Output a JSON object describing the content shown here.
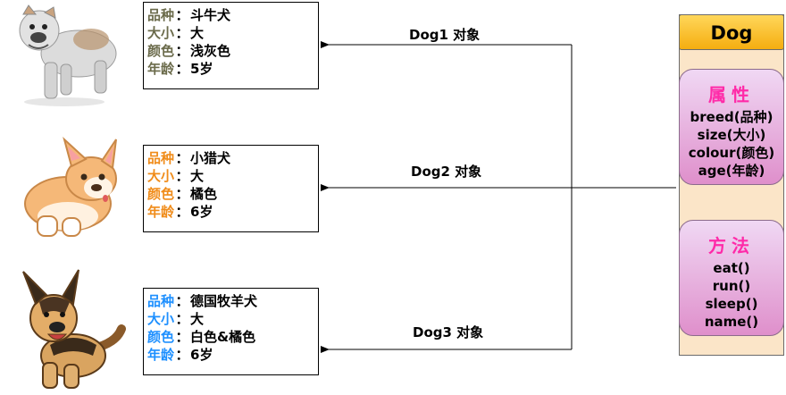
{
  "objects": [
    {
      "label": "Dog1  对象",
      "key_color": "#6b6b4b",
      "rows": [
        {
          "key": "品种",
          "value": "斗牛犬"
        },
        {
          "key": "大小",
          "value": "大"
        },
        {
          "key": "颜色",
          "value": "浅灰色"
        },
        {
          "key": "年龄",
          "value": "5岁"
        }
      ]
    },
    {
      "label": "Dog2 对象",
      "key_color": "#f08c1a",
      "rows": [
        {
          "key": "品种",
          "value": "小猎犬"
        },
        {
          "key": "大小",
          "value": "大"
        },
        {
          "key": "颜色",
          "value": "橘色"
        },
        {
          "key": "年龄",
          "value": "6岁"
        }
      ]
    },
    {
      "label": "Dog3 对象",
      "key_color": "#1e90ff",
      "rows": [
        {
          "key": "品种",
          "value": "德国牧羊犬"
        },
        {
          "key": "大小",
          "value": "大"
        },
        {
          "key": "颜色",
          "value": "白色&橘色"
        },
        {
          "key": "年龄",
          "value": "6岁"
        }
      ]
    }
  ],
  "separator": "：",
  "class_box": {
    "title": "Dog",
    "attributes": {
      "title": "属性",
      "items": [
        "breed(品种)",
        "size(大小)",
        "colour(颜色)",
        "age(年龄)"
      ]
    },
    "methods": {
      "title": "方法",
      "items": [
        "eat()",
        "run()",
        "sleep()",
        "name()"
      ]
    }
  },
  "icons": [
    "bulldog-illustration",
    "corgi-illustration",
    "german-shepherd-illustration"
  ]
}
